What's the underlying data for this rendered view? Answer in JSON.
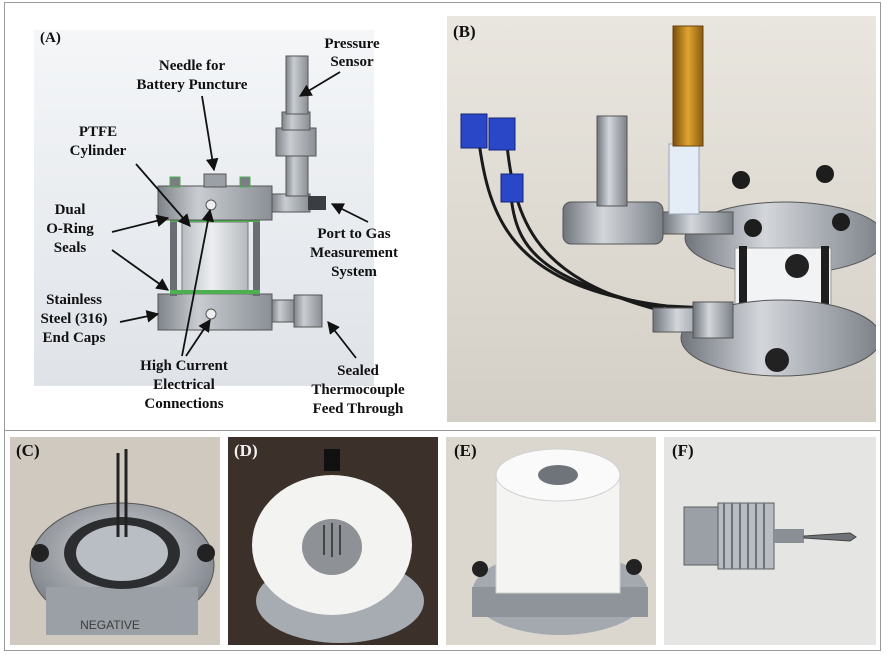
{
  "panels": {
    "a": {
      "letter": "(A)"
    },
    "b": {
      "letter": "(B)"
    },
    "c": {
      "letter": "(C)",
      "cap_text": "NEGATIVE"
    },
    "d": {
      "letter": "(D)"
    },
    "e": {
      "letter": "(E)"
    },
    "f": {
      "letter": "(F)"
    }
  },
  "labels": {
    "pressure_sensor": [
      "Pressure",
      "Sensor"
    ],
    "needle": [
      "Needle for",
      "Battery Puncture"
    ],
    "ptfe": [
      "PTFE",
      "Cylinder"
    ],
    "oring": [
      "Dual",
      "O-Ring",
      "Seals"
    ],
    "port": [
      "Port to Gas",
      "Measurement",
      "System"
    ],
    "steel": [
      "Stainless",
      "Steel (316)",
      "End Caps"
    ],
    "current": [
      "High Current",
      "Electrical",
      "Connections"
    ],
    "thermo": [
      "Sealed",
      "Thermocouple",
      "Feed Through"
    ]
  },
  "colors": {
    "frame": "#9a9a9a",
    "photo_bg": "#e6e4de",
    "steel": "#a8adb3",
    "ptfe": "#d8dbde",
    "oring": "#4caf50",
    "connector_blue": "#2a47c8",
    "sensor_amber": "#c48a1a"
  }
}
